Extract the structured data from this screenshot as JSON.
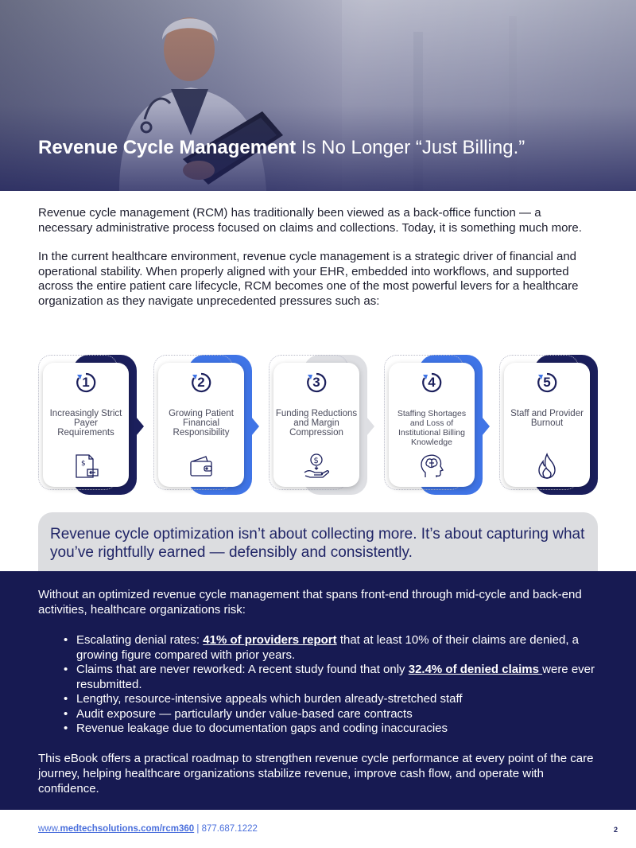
{
  "hero": {
    "title_bold": "Revenue Cycle Management",
    "title_rest": " Is No Longer “Just Billing.”"
  },
  "intro": {
    "paragraphs": [
      "Revenue cycle management (RCM) has traditionally been viewed as a back-office function — a necessary administrative process focused on claims and collections. Today, it is something much more.",
      "In the current healthcare environment, revenue cycle management is a strategic driver of financial and operational stability. When properly aligned with your EHR, embedded into workflows, and supported across the entire patient care lifecycle, RCM becomes one of the most powerful levers for a healthcare organization as they navigate unprecedented pressures such as:"
    ]
  },
  "cards": [
    {
      "num": "1",
      "label": "Increasingly Strict Payer Requirements",
      "icon": "billing-document-icon",
      "accent": "#1b1f5c"
    },
    {
      "num": "2",
      "label": "Growing Patient Financial Responsibility",
      "icon": "wallet-icon",
      "accent": "#3f74e6"
    },
    {
      "num": "3",
      "label": "Funding Reductions and Margin Compression",
      "icon": "hand-coin-icon",
      "accent": "#dedfe3"
    },
    {
      "num": "4",
      "label": "Staffing Shortages and Loss of Institutional Billing Knowledge",
      "icon": "head-brain-icon",
      "accent": "#3f74e6"
    },
    {
      "num": "5",
      "label": "Staff and Provider Burnout",
      "icon": "flame-icon",
      "accent": "#1b1f5c"
    }
  ],
  "quote": {
    "text": "Revenue cycle optimization isn’t about collecting more. It’s about capturing what you’ve rightfully earned — defensibly and consistently."
  },
  "risks": {
    "intro": "Without an optimized revenue cycle management that spans front-end through mid-cycle and back-end activities, healthcare organizations risk:",
    "b1_pre": "Escalating denial rates: ",
    "b1_link": "41% of providers report",
    "b1_post": " that at least 10% of their claims are denied, a growing figure compared with prior years.",
    "b2_pre": "Claims that are never reworked: A recent study found that only ",
    "b2_link": "32.4% of denied claims ",
    "b2_post": "were ever resubmitted.",
    "b3": "Lengthy, resource-intensive appeals which burden already-stretched staff",
    "b4": "Audit exposure — particularly under value-based care contracts",
    "b5": "Revenue leakage due to documentation gaps and coding inaccuracies",
    "outro": "This eBook offers a practical roadmap to strengthen revenue cycle performance at every point of the care journey, helping healthcare organizations stabilize revenue, improve cash flow, and operate with confidence."
  },
  "footer": {
    "site_pre": "www.",
    "site_bold": "medtechsolutions.com/rcm360",
    "separator": " | ",
    "phone": "877.687.1222",
    "page": "2"
  },
  "colors": {
    "navy": "#171a52",
    "blue": "#3f74e6",
    "grey": "#dcdde0",
    "link": "#4a6fdc"
  }
}
